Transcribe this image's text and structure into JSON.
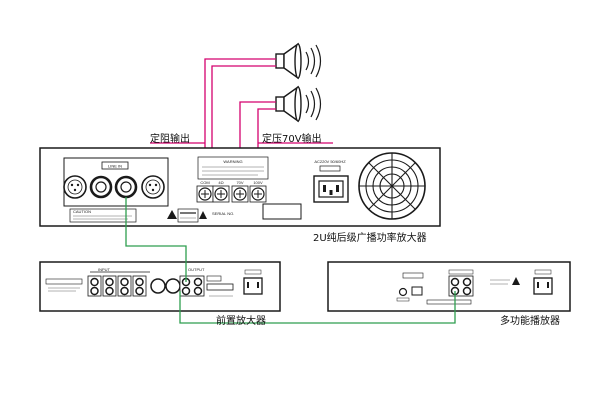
{
  "labels": {
    "fixed_impedance_output": "定阻输出",
    "constant_voltage_output": "定压70V输出",
    "amplifier_name": "2U纯后级广播功率放大器",
    "preamp_name": "前置放大器",
    "player_name": "多功能播放器"
  },
  "amplifier": {
    "warning": "WARNING",
    "caution": "CAUTION",
    "power_input": "AC220V 50/60HZ",
    "terminals": [
      "COM",
      "4Ω",
      "70V",
      "100V"
    ],
    "line_in": "LINE IN",
    "serial": "SERIAL NO."
  },
  "preamp": {
    "input_label": "INPUT",
    "output_label": "OUTPUT"
  },
  "colors": {
    "speaker_wire": "#d4006e",
    "audio_cable": "#2e9e4f",
    "outline": "#1a1a1a",
    "panel_fill": "#ffffff"
  }
}
